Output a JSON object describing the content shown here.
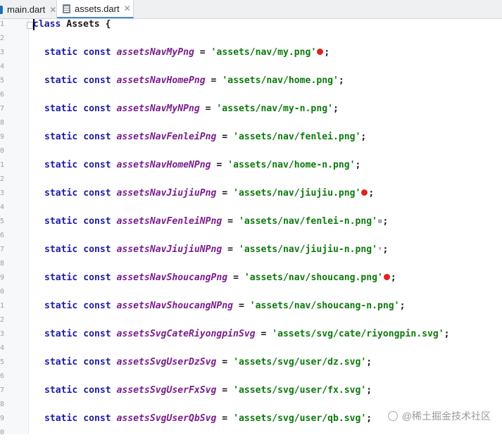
{
  "tabs": [
    {
      "label": "main.dart",
      "icon": "dart-file-icon"
    },
    {
      "label": "assets.dart",
      "icon": "file-icon",
      "active": true
    }
  ],
  "gutter_numbers": [
    "1",
    "2",
    "3",
    "4",
    "5",
    "6",
    "7",
    "8",
    "9",
    "0",
    "1",
    "2",
    "3",
    "4",
    "5",
    "6",
    "7",
    "8",
    "9",
    "0",
    "1",
    "2",
    "3",
    "4",
    "5",
    "6",
    "7",
    "8",
    "9",
    "0"
  ],
  "code": {
    "class_line": {
      "kw": "class",
      "name": " Assets {"
    },
    "static_kw": "static",
    "const_kw": "const",
    "equals": " = ",
    "semicolon": ";",
    "entries": [
      {
        "name": "assetsNavMyPng",
        "value": "'assets/nav/my.png'",
        "marker": "red-dot"
      },
      {
        "name": "assetsNavHomePng",
        "value": "'assets/nav/home.png'",
        "marker": ""
      },
      {
        "name": "assetsNavMyNPng",
        "value": "'assets/nav/my-n.png'",
        "marker": ""
      },
      {
        "name": "assetsNavFenleiPng",
        "value": "'assets/nav/fenlei.png'",
        "marker": ""
      },
      {
        "name": "assetsNavHomeNPng",
        "value": "'assets/nav/home-n.png'",
        "marker": ""
      },
      {
        "name": "assetsNavJiujiuPng",
        "value": "'assets/nav/jiujiu.png'",
        "marker": "red-pin"
      },
      {
        "name": "assetsNavFenleiNPng",
        "value": "'assets/nav/fenlei-n.png'",
        "marker": "grid-glyph"
      },
      {
        "name": "assetsNavJiujiuNPng",
        "value": "'assets/nav/jiujiu-n.png'",
        "marker": "outline-glyph"
      },
      {
        "name": "assetsNavShoucangPng",
        "value": "'assets/nav/shoucang.png'",
        "marker": "red-heart"
      },
      {
        "name": "assetsNavShoucangNPng",
        "value": "'assets/nav/shoucang-n.png'",
        "marker": ""
      },
      {
        "name": "assetsSvgCateRiyongpinSvg",
        "value": "'assets/svg/cate/riyongpin.svg'",
        "marker": ""
      },
      {
        "name": "assetsSvgUserDzSvg",
        "value": "'assets/svg/user/dz.svg'",
        "marker": ""
      },
      {
        "name": "assetsSvgUserFxSvg",
        "value": "'assets/svg/user/fx.svg'",
        "marker": ""
      },
      {
        "name": "assetsSvgUserQbSvg",
        "value": "'assets/svg/user/qb.svg'",
        "marker": ""
      }
    ]
  },
  "glyphs": {
    "grid": "⊞",
    "outline": "ᵍ"
  },
  "watermark": "@稀土掘金技术社区",
  "colors": {
    "keyword": "#1c1ca8",
    "identifier": "#7a1d8c",
    "string": "#0d7a0d"
  }
}
